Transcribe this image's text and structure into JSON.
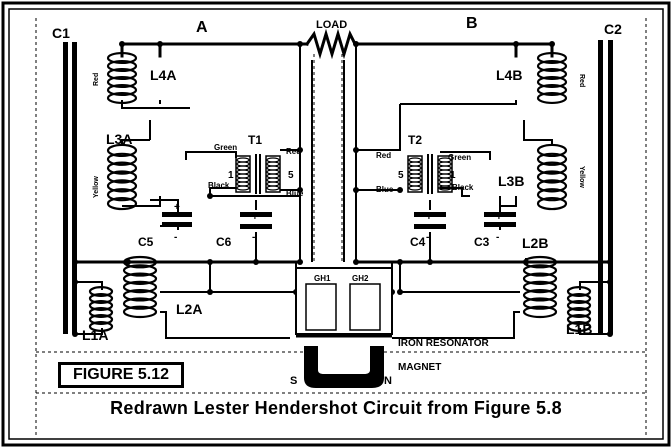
{
  "title": "Redrawn Lester Hendershot Circuit from Figure 5.8",
  "figure_label": "FIGURE 5.12",
  "side_labels": {
    "a": "A",
    "b": "B",
    "load": "LOAD"
  },
  "capacitor_plates": {
    "c1": "C1",
    "c2": "C2"
  },
  "coils": {
    "l1a": "L1A",
    "l2a": "L2A",
    "l3a": "L3A",
    "l4a": "L4A",
    "l1b": "L1B",
    "l2b": "L2B",
    "l3b": "L3B",
    "l4b": "L4B"
  },
  "transformers": {
    "t1": "T1",
    "t2": "T2"
  },
  "capacitors": {
    "c3": "C3",
    "c4": "C4",
    "c5": "C5",
    "c6": "C6"
  },
  "wire_colors": {
    "red_l4a": "Red",
    "red_l4b": "Red",
    "yellow_l3a": "Yellow",
    "yellow_l3b": "Yellow",
    "t1_green": "Green",
    "t1_black": "Black",
    "t1_red": "Red",
    "t1_blue": "Blue",
    "t2_red": "Red",
    "t2_blue": "Blue",
    "t2_green": "Green",
    "t2_black": "Black"
  },
  "pin_numbers": {
    "t1_left": "1",
    "t1_right": "5",
    "t2_left": "5",
    "t2_right": "1"
  },
  "polarity": {
    "plus": "+",
    "minus": "-"
  },
  "resonator": {
    "label": "IRON RESONATOR",
    "coil_a": "GH1",
    "coil_b": "GH2"
  },
  "magnet": {
    "label": "MAGNET",
    "south": "S",
    "north": "N"
  }
}
